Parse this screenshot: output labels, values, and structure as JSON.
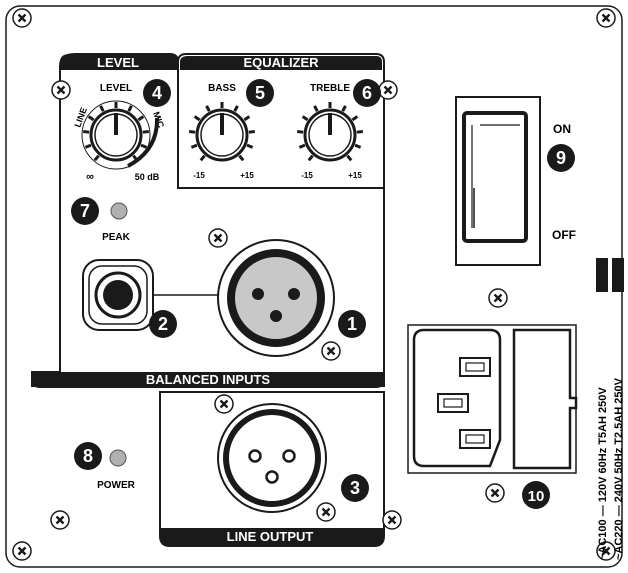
{
  "sections": {
    "level_title": "LEVEL",
    "equalizer_title": "EQUALIZER",
    "balanced_inputs_title": "BALANCED INPUTS",
    "line_output_title": "LINE OUTPUT"
  },
  "knobs": {
    "level": {
      "label": "LEVEL",
      "left": "LINE",
      "right": "MIC",
      "min": "∞",
      "max": "50 dB"
    },
    "bass": {
      "label": "BASS",
      "min": "-15",
      "max": "+15"
    },
    "treble": {
      "label": "TREBLE",
      "min": "-15",
      "max": "+15"
    }
  },
  "indicators": {
    "peak": "PEAK",
    "power": "POWER"
  },
  "switch": {
    "on": "ON",
    "off": "OFF"
  },
  "ratings": {
    "line1": "~AC100 — 120V 60Hz   T5AH 250V",
    "line2": "~AC220 — 240V 50Hz   T2.5AH 250V"
  },
  "callouts": [
    "1",
    "2",
    "3",
    "4",
    "5",
    "6",
    "7",
    "8",
    "9",
    "10"
  ],
  "colors": {
    "panel_bg": "#ffffff",
    "outline": "#1a1a1a",
    "callout_bg": "#1a1a1a",
    "led": "#b0b0b0"
  }
}
